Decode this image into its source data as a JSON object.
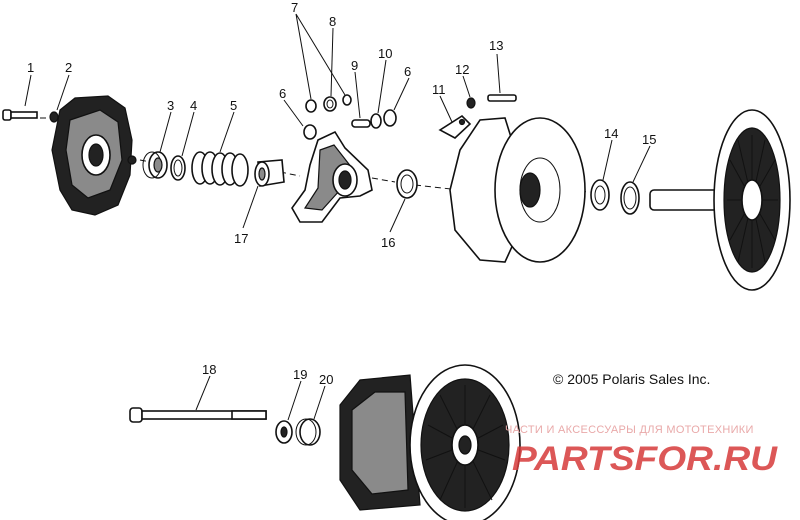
{
  "diagram": {
    "callouts": [
      "1",
      "2",
      "3",
      "4",
      "5",
      "6",
      "7",
      "8",
      "9",
      "10",
      "6",
      "11",
      "12",
      "13",
      "14",
      "15",
      "16",
      "17",
      "18",
      "19",
      "20"
    ]
  },
  "copyright": "© 2005 Polaris Sales Inc.",
  "watermark": {
    "tagline": "ЧАСТИ И АКСЕССУАРЫ ДЛЯ МОТОТЕХНИКИ",
    "logo_text": "PARTSFOR.RU",
    "logo_color": "#d63a3a"
  }
}
